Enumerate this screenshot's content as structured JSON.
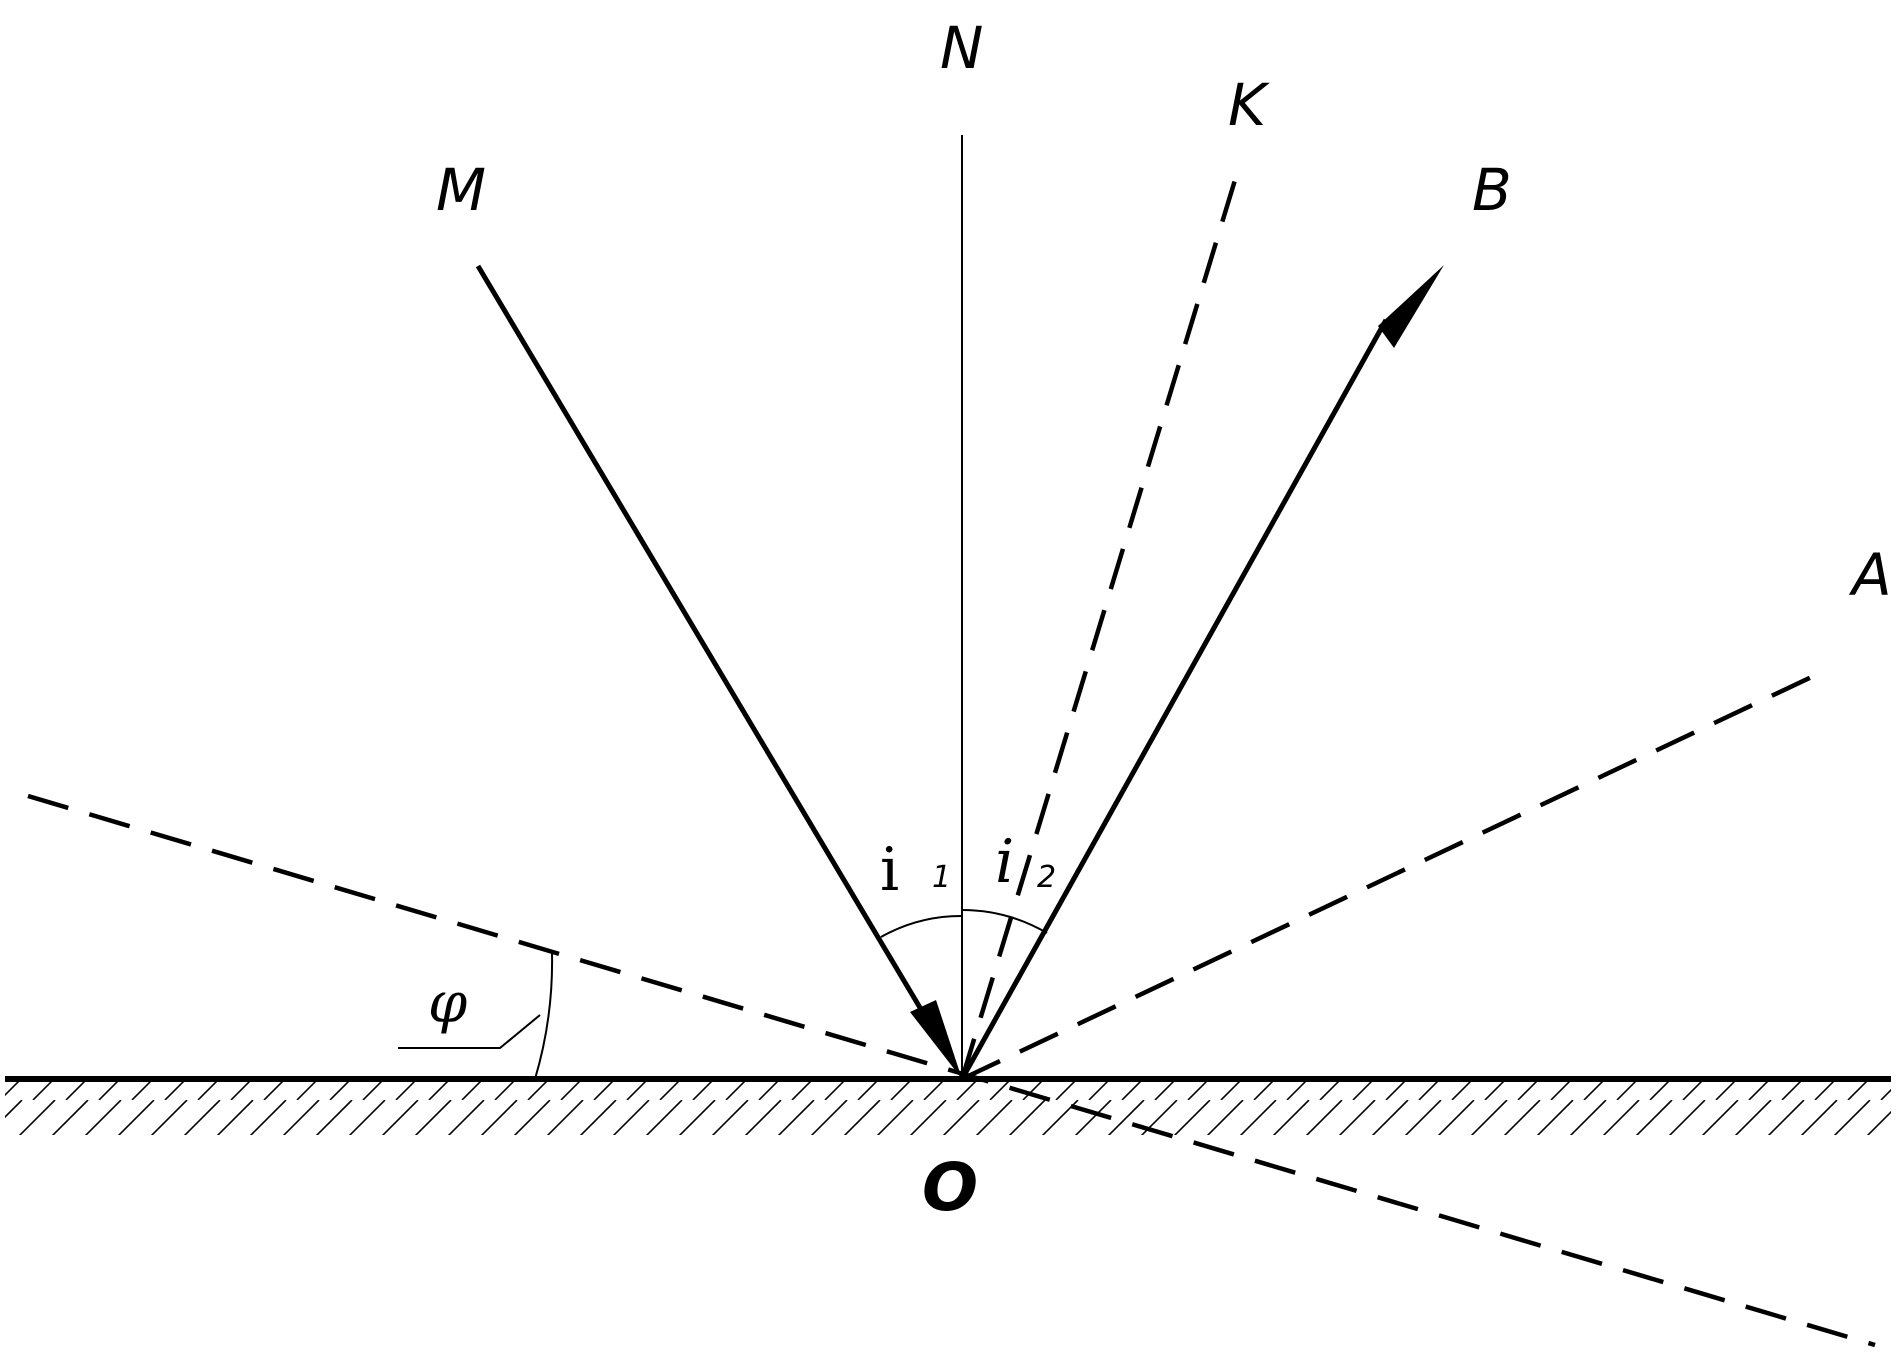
{
  "labels": {
    "N": "N",
    "K": "K",
    "M": "M",
    "B": "B",
    "A": "A",
    "O": "O",
    "phi": "φ",
    "i1_letter": "i",
    "i1_sub": "1",
    "i2_letter": "i",
    "i2_sub": "2"
  },
  "colors": {
    "stroke": "#000000",
    "background": "#ffffff"
  }
}
